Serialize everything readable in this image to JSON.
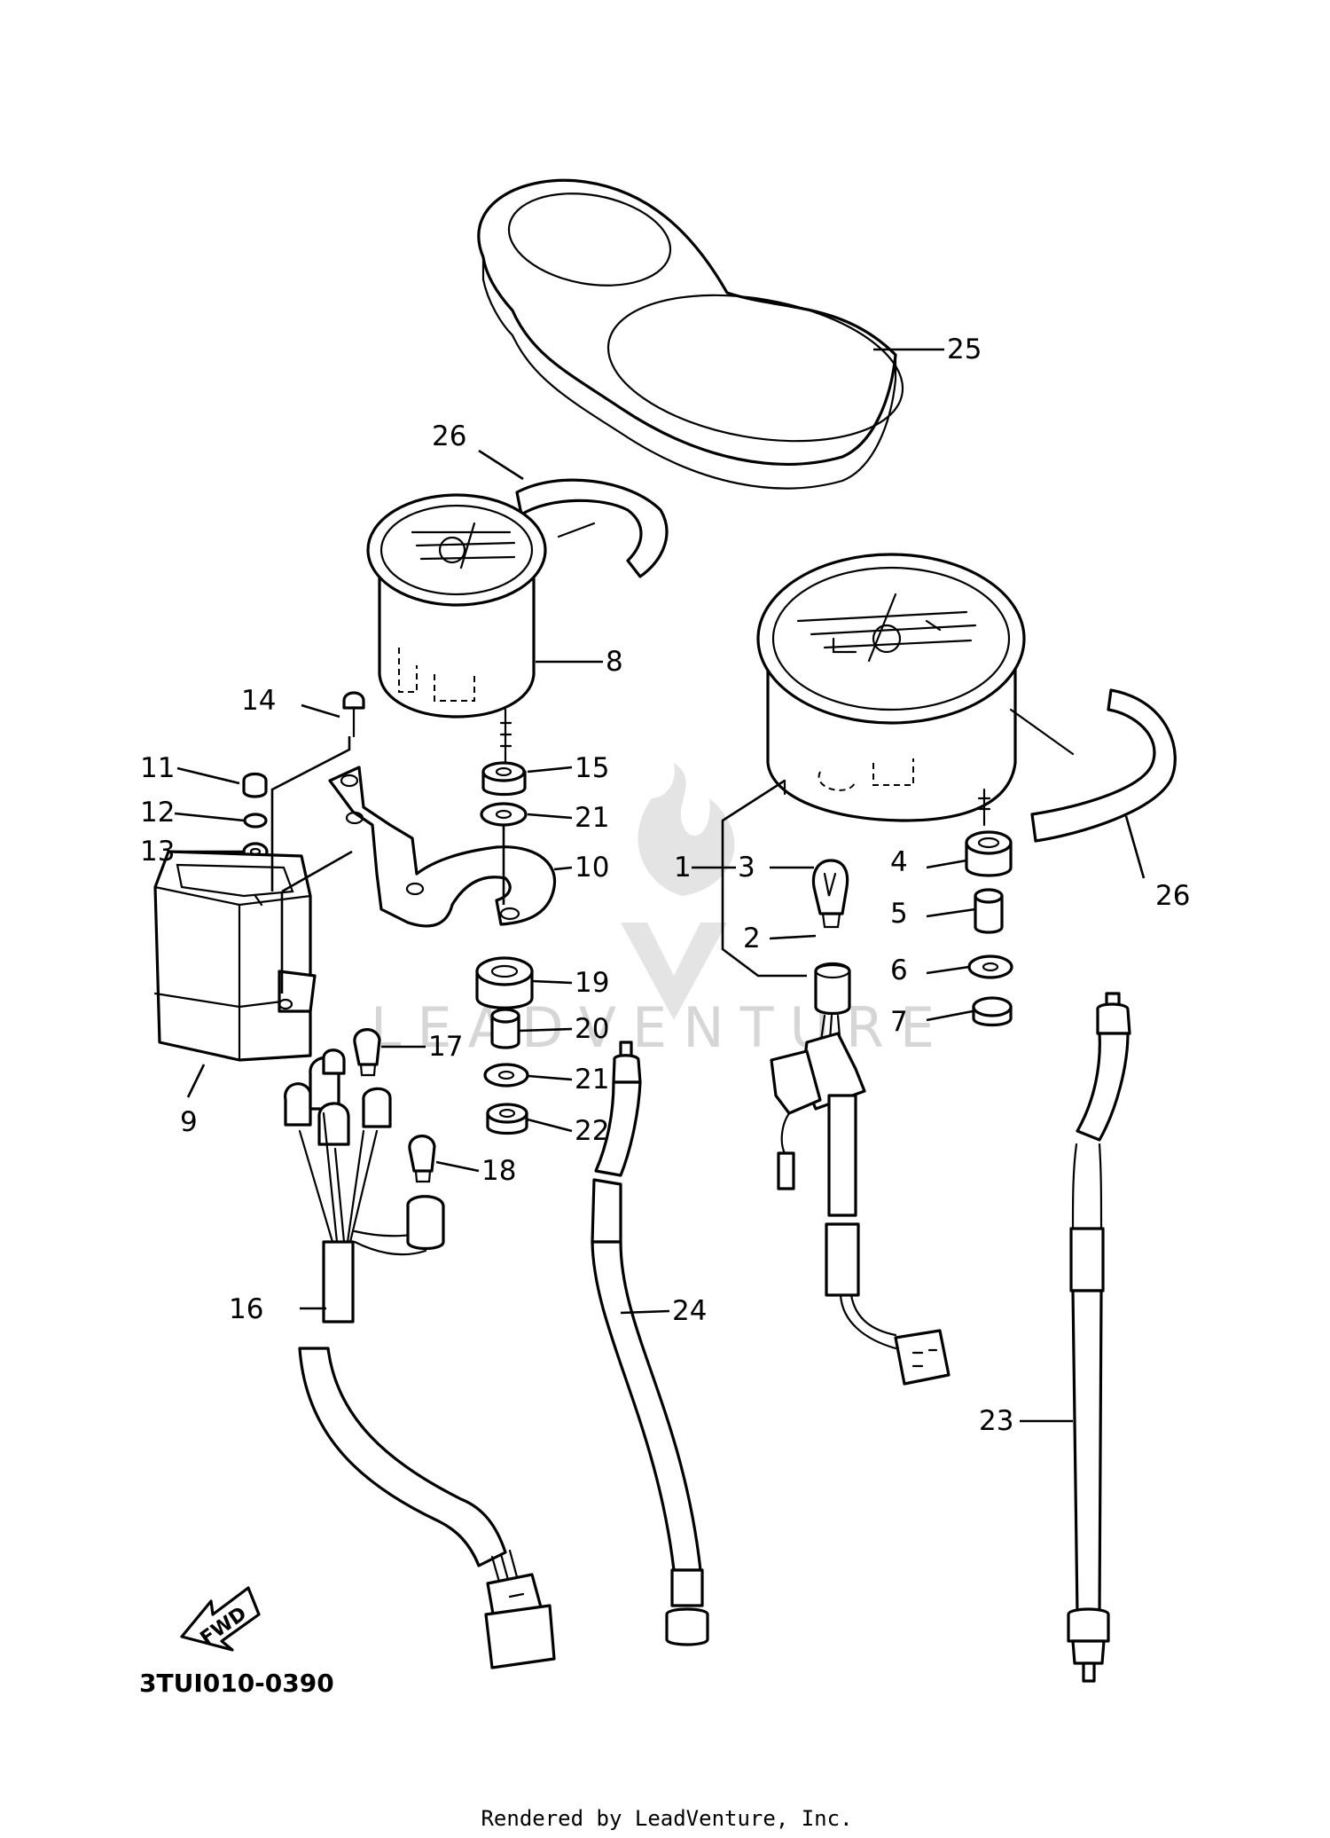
{
  "diagram_code": "3TUI010-0390",
  "rendered_by": "Rendered by LeadVenture, Inc.",
  "watermark": "LEADVENTURE",
  "fwd_label": "FWD",
  "callouts": [
    {
      "id": "c1",
      "label": "1"
    },
    {
      "id": "c2",
      "label": "2"
    },
    {
      "id": "c3",
      "label": "3"
    },
    {
      "id": "c4",
      "label": "4"
    },
    {
      "id": "c5",
      "label": "5"
    },
    {
      "id": "c6",
      "label": "6"
    },
    {
      "id": "c7",
      "label": "7"
    },
    {
      "id": "c8",
      "label": "8"
    },
    {
      "id": "c9",
      "label": "9"
    },
    {
      "id": "c10",
      "label": "10"
    },
    {
      "id": "c11",
      "label": "11"
    },
    {
      "id": "c12",
      "label": "12"
    },
    {
      "id": "c13",
      "label": "13"
    },
    {
      "id": "c14",
      "label": "14"
    },
    {
      "id": "c15",
      "label": "15"
    },
    {
      "id": "c16",
      "label": "16"
    },
    {
      "id": "c17",
      "label": "17"
    },
    {
      "id": "c18",
      "label": "18"
    },
    {
      "id": "c19",
      "label": "19"
    },
    {
      "id": "c20",
      "label": "20"
    },
    {
      "id": "c21a",
      "label": "21"
    },
    {
      "id": "c21b",
      "label": "21"
    },
    {
      "id": "c22",
      "label": "22"
    },
    {
      "id": "c23",
      "label": "23"
    },
    {
      "id": "c24",
      "label": "24"
    },
    {
      "id": "c25",
      "label": "25"
    },
    {
      "id": "c26a",
      "label": "26"
    },
    {
      "id": "c26b",
      "label": "26"
    }
  ],
  "colors": {
    "line": "#000000",
    "background": "#ffffff",
    "watermark": "#d6d6d6"
  }
}
